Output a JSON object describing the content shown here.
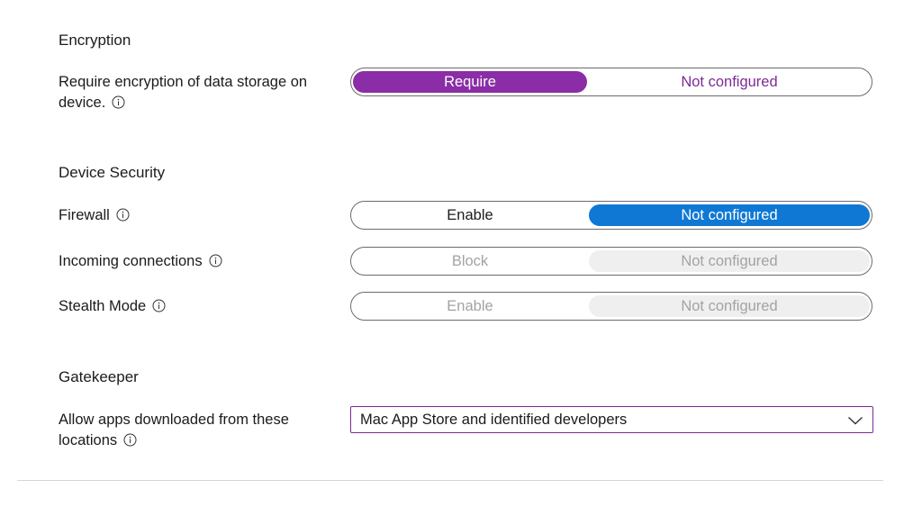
{
  "encryption": {
    "title": "Encryption",
    "require_encryption": {
      "label": "Require encryption of data storage on device.",
      "options": [
        "Require",
        "Not configured"
      ],
      "selected": "Require"
    }
  },
  "device_security": {
    "title": "Device Security",
    "firewall": {
      "label": "Firewall",
      "options": [
        "Enable",
        "Not configured"
      ],
      "selected": "Not configured"
    },
    "incoming_connections": {
      "label": "Incoming connections",
      "options": [
        "Block",
        "Not configured"
      ],
      "selected": "Not configured",
      "disabled": true
    },
    "stealth_mode": {
      "label": "Stealth Mode",
      "options": [
        "Enable",
        "Not configured"
      ],
      "selected": "Not configured",
      "disabled": true
    }
  },
  "gatekeeper": {
    "title": "Gatekeeper",
    "allow_apps": {
      "label": "Allow apps downloaded from these locations",
      "value": "Mac App Store and identified developers"
    }
  },
  "colors": {
    "selected_purple": "#8a2da6",
    "selected_blue": "#0f78d4",
    "disabled_fill": "#efefef",
    "disabled_text": "#a3a3a3"
  },
  "icons": {
    "info": "info-icon",
    "dropdown": "chevron-down-icon"
  }
}
